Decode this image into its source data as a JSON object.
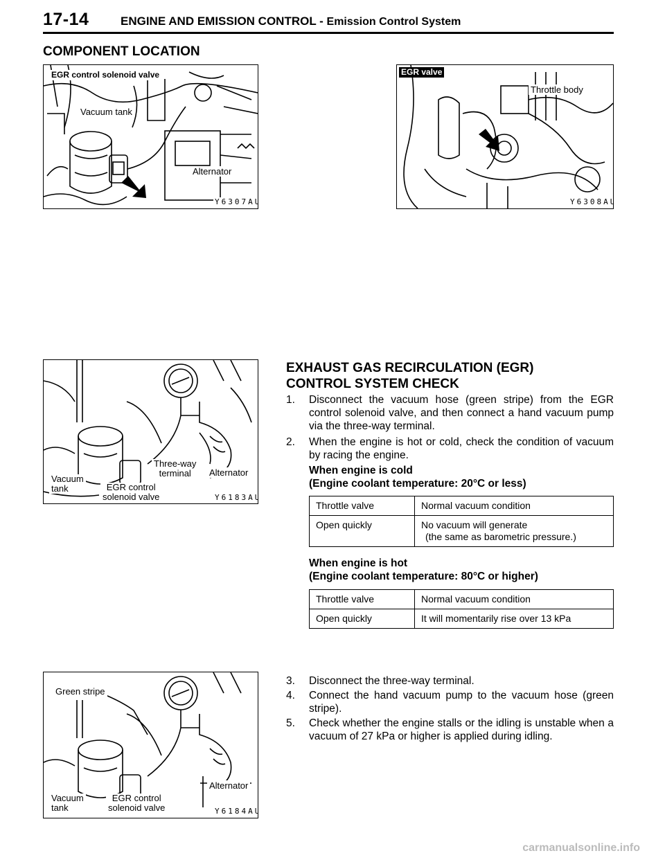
{
  "header": {
    "page_number": "17-14",
    "title": "ENGINE AND EMISSION CONTROL -",
    "subtitle": "Emission Control System"
  },
  "section_title": "COMPONENT LOCATION",
  "figures": {
    "fig1": {
      "labels": [
        "EGR  control  solenoid  valve",
        "Vacuum tank",
        "Alternator"
      ],
      "code": "Y6307AU"
    },
    "fig2": {
      "labels": [
        "EGR valve",
        "Throttle body"
      ],
      "code": "Y6308AU"
    },
    "fig3": {
      "labels": [
        "Three-way",
        "terminal",
        "Alternator",
        "Vacuum",
        "tank",
        "EGR control",
        "solenoid valve"
      ],
      "code": "Y6183AU"
    },
    "fig4": {
      "labels": [
        "Green stripe",
        "Alternator",
        "Vacuum",
        "tank",
        "EGR control",
        "solenoid valve"
      ],
      "code": "Y6184AU"
    }
  },
  "check": {
    "title_line1": "EXHAUST GAS RECIRCULATION (EGR)",
    "title_line2": "CONTROL SYSTEM CHECK",
    "steps_a": [
      {
        "num": "1.",
        "text": "Disconnect the vacuum hose (green stripe) from the EGR control solenoid valve, and then connect a hand vacuum pump via the three-way terminal."
      },
      {
        "num": "2.",
        "text": "When the engine is hot or cold, check the condition of vacuum by racing the engine."
      }
    ],
    "cold": {
      "line1": "When  engine  is  cold",
      "line2": "(Engine  coolant  temperature:  20°C  or  less)",
      "rows": [
        [
          "Throttle valve",
          "Normal vacuum condition",
          ""
        ],
        [
          "Open quickly",
          "No vacuum will generate",
          "(the same as barometric pressure.)"
        ]
      ]
    },
    "hot": {
      "line1": "When  engine  is  hot",
      "line2": "(Engine  coolant  temperature:  80°C  or  higher)",
      "rows": [
        [
          "Throttle valve",
          "Normal vacuum condition"
        ],
        [
          "Open quickly",
          "It will momentarily rise over 13 kPa"
        ]
      ]
    },
    "steps_b": [
      {
        "num": "3.",
        "text": "Disconnect  the  three-way  terminal."
      },
      {
        "num": "4.",
        "text": "Connect the hand vacuum pump to the vacuum hose (green  stripe)."
      },
      {
        "num": "5.",
        "text": "Check whether the engine stalls or the idling is unstable when a vacuum of 27 kPa or higher is applied during idling."
      }
    ]
  },
  "watermark": "carmanualsonline.info"
}
